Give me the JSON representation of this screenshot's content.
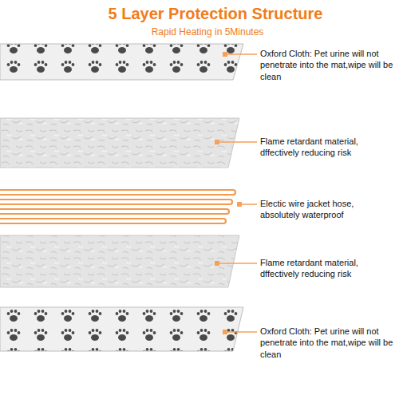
{
  "diagram": {
    "title": "5 Layer Protection Structure",
    "labels": [
      "Rapid Heating in 5Minutes",
      "Oxford Cloth: Pet urine will not penetrate into the mat,wipe will be clean",
      "Flame retardant material, dffectively reducing risk",
      "Electic wire jacket hose, absolutely waterproof",
      "Flame retardant material, dffectively reducing risk",
      "Oxford Cloth: Pet urine will not penetrate into the mat,wipe will be clean"
    ]
  }
}
